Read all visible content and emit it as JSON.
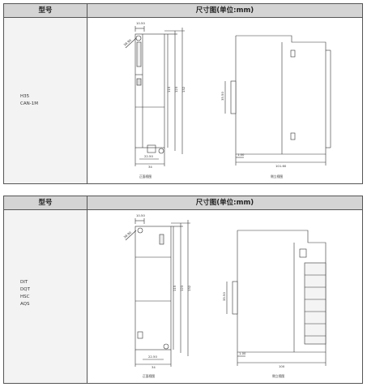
{
  "table1": {
    "header_model": "型号",
    "header_dims": "尺寸图(单位:mm)",
    "models": [
      "H35",
      "CAN-1M"
    ],
    "front_view_label": "正面视图",
    "side_view_label": "侧立视图",
    "dims": {
      "top_width": "10.50",
      "left_angle": "38.90",
      "height_a": "115",
      "height_b": "123",
      "height_c": "132",
      "bottom_inner": "22.50",
      "bottom_width": "34",
      "side_rail": "35.50",
      "side_offset": "1.00",
      "side_depth": "101.60"
    }
  },
  "table2": {
    "header_model": "型号",
    "header_dims": "尺寸图(单位:mm)",
    "models": [
      "DIT",
      "DQT",
      "HSC",
      "AQS"
    ],
    "front_view_label": "正面视图",
    "side_view_label": "侧立视图",
    "dims": {
      "top_width": "10.50",
      "left_angle": "38.90",
      "height_a": "115",
      "height_b": "123",
      "height_c": "132",
      "bottom_inner": "22.50",
      "bottom_width": "34",
      "side_rail": "35.50",
      "side_offset": "1.00",
      "side_depth": "100"
    }
  }
}
